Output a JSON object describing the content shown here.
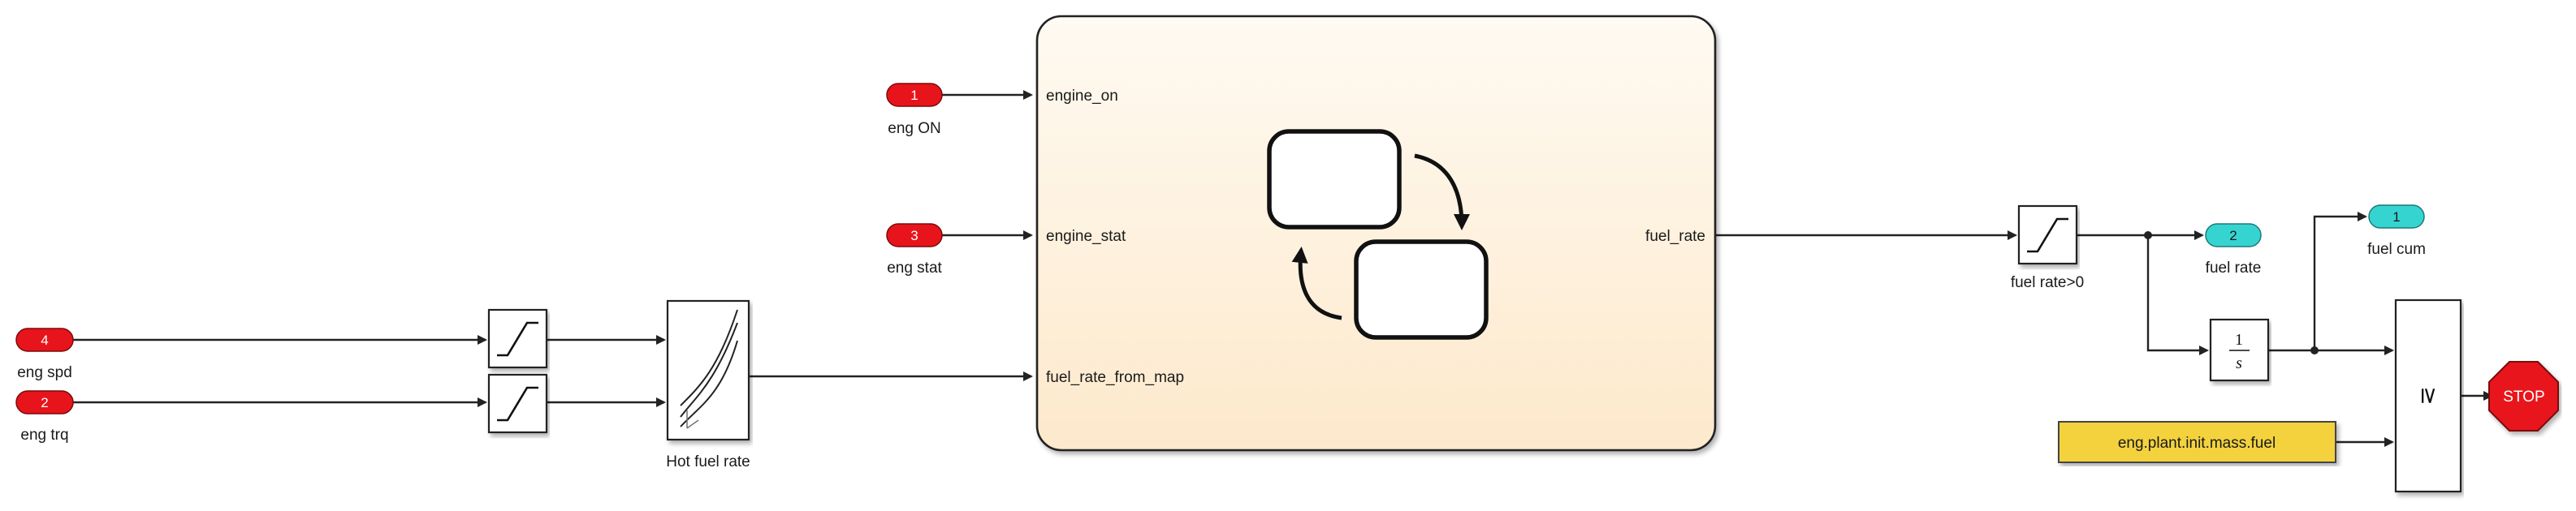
{
  "inports": [
    {
      "num": "1",
      "label": "eng ON"
    },
    {
      "num": "3",
      "label": "eng stat"
    },
    {
      "num": "4",
      "label": "eng spd"
    },
    {
      "num": "2",
      "label": "eng trq"
    }
  ],
  "outports": [
    {
      "num": "2",
      "label": "fuel rate"
    },
    {
      "num": "1",
      "label": "fuel cum"
    }
  ],
  "chart_block": {
    "inputs": [
      "engine_on",
      "engine_stat",
      "fuel_rate_from_map"
    ],
    "output": "fuel_rate"
  },
  "lookup_block": {
    "label": "Hot fuel rate"
  },
  "saturation_block": {
    "label": "fuel rate>0"
  },
  "integrator_block": {
    "numerator": "1",
    "denominator": "s"
  },
  "compare_block": {
    "symbol": "≥"
  },
  "constant_block": {
    "value": "eng.plant.init.mass.fuel"
  },
  "stop_block": {
    "label": "STOP"
  },
  "colors": {
    "inport": "#e8141b",
    "outport": "#36d4d1",
    "chart_fill": "#fff2dd",
    "constant": "#f3d23c",
    "stop": "#e8141b"
  }
}
